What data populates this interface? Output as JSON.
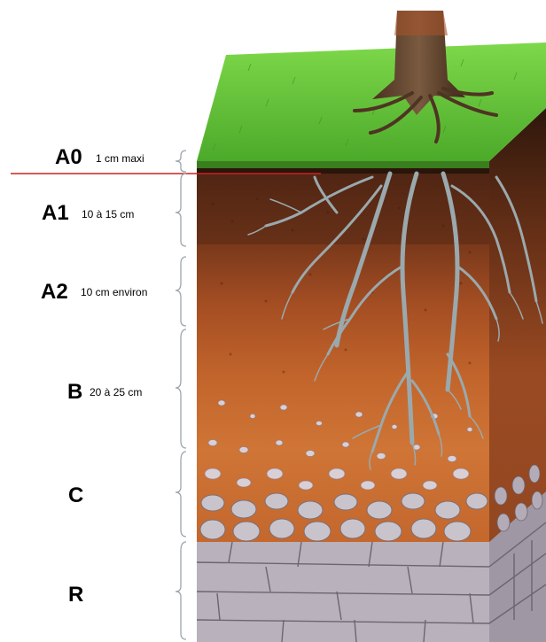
{
  "colors": {
    "grass": "#5fc232",
    "humus_dark": "#4a2414",
    "topsoil": "#7a3b1c",
    "subsoil": "#c0662f",
    "subsoil_light": "#cf7a3e",
    "stones": "#c9c4cc",
    "bedrock": "#bdb6c0",
    "roots": "#9aa9ad",
    "trunk": "#6b4a32",
    "boundary_line": "#cc2222",
    "bracket": "#9aa6ad"
  },
  "horizons": [
    {
      "code": "A0",
      "depth": "1 cm maxi"
    },
    {
      "code": "A1",
      "depth": "10 à 15 cm"
    },
    {
      "code": "A2",
      "depth": "10 cm environ"
    },
    {
      "code": "B",
      "depth": "20 à 25 cm"
    },
    {
      "code": "C",
      "depth": ""
    },
    {
      "code": "R",
      "depth": ""
    }
  ]
}
